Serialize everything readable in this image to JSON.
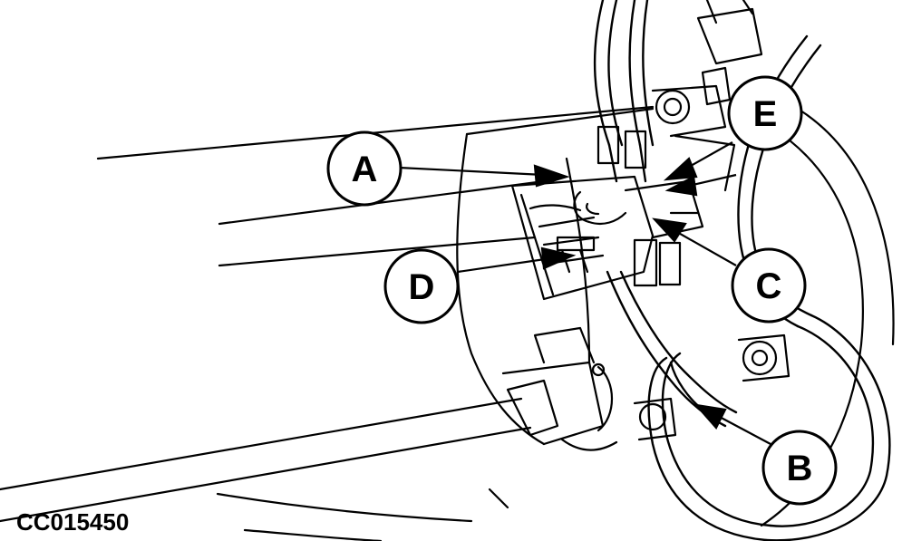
{
  "figure": {
    "id_text": "CC015450"
  },
  "callouts": [
    {
      "key": "a",
      "letter": "A"
    },
    {
      "key": "b",
      "letter": "B"
    },
    {
      "key": "c",
      "letter": "C"
    },
    {
      "key": "d",
      "letter": "D"
    },
    {
      "key": "e",
      "letter": "E"
    }
  ],
  "colors": {
    "ink": "#000000",
    "paper": "#ffffff"
  }
}
